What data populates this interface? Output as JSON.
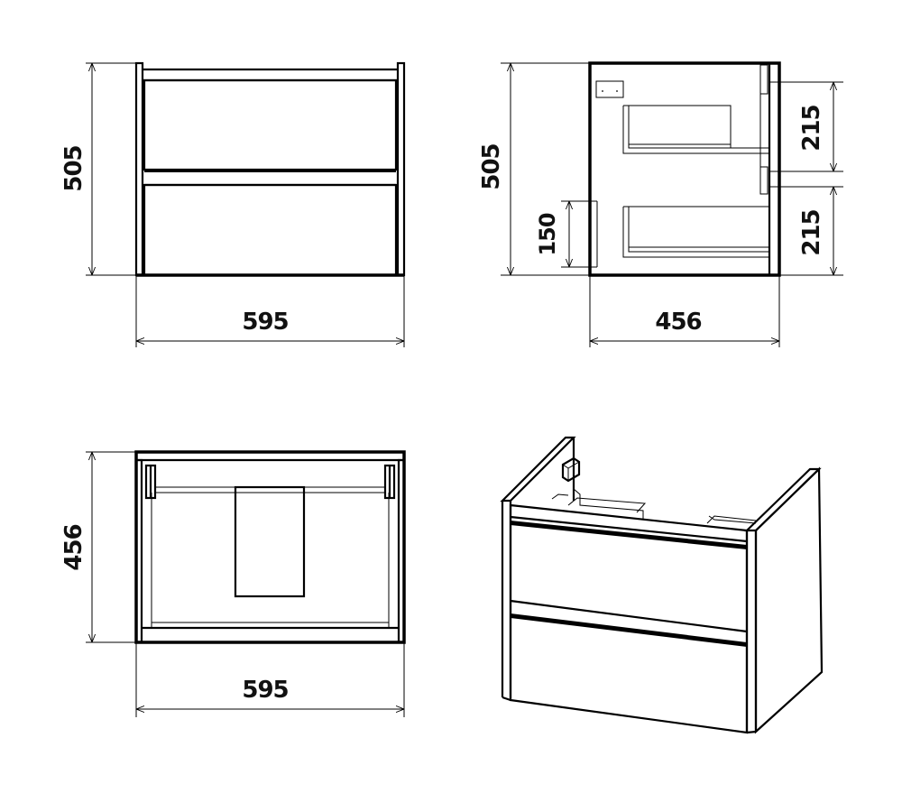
{
  "dimensions": {
    "front_height": "505",
    "front_width": "595",
    "side_height": "505",
    "side_depth": "456",
    "side_inner_height": "150",
    "side_drawer_upper": "215",
    "side_drawer_lower": "215",
    "top_depth": "456",
    "top_width": "595"
  }
}
